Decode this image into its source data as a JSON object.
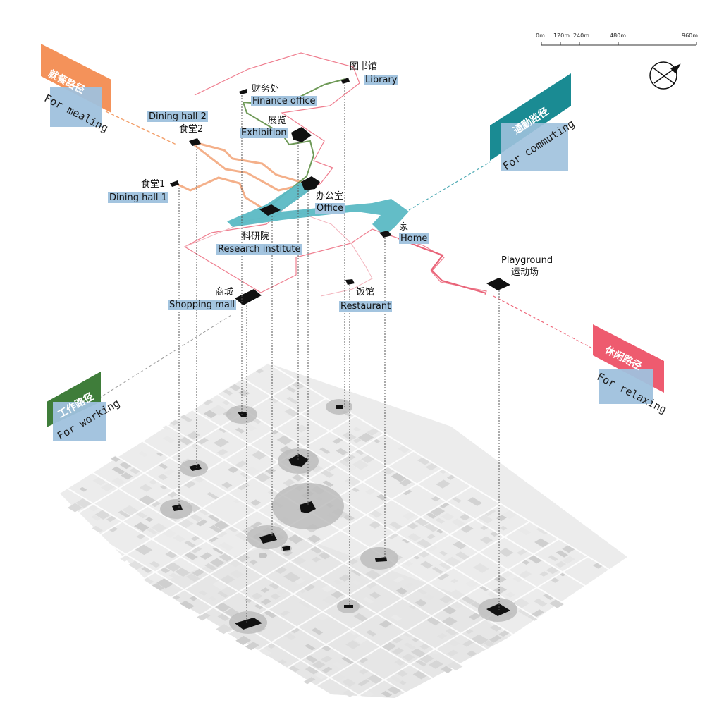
{
  "diagram": {
    "title": "",
    "scale_bar": [
      "0m",
      "120m",
      "240m",
      "480m",
      "960m"
    ],
    "routes": {
      "mealing": {
        "cn": "就餐路径",
        "en": "For mealing",
        "color": "#f08f50"
      },
      "commuting": {
        "cn": "通勤路径",
        "en": "For commuting",
        "color": "#1b8a92"
      },
      "relaxing": {
        "cn": "休闲路径",
        "en": "For relaxing",
        "color": "#ef5a6d"
      },
      "working": {
        "cn": "工作路径",
        "en": "For working",
        "color": "#3f7d3a"
      }
    },
    "places": {
      "library": {
        "cn": "图书馆",
        "en": "Library"
      },
      "finance": {
        "cn": "财务处",
        "en": "Finance office"
      },
      "exhibition": {
        "cn": "展览",
        "en": "Exhibition"
      },
      "dining2": {
        "cn": "食堂2",
        "en": "Dining hall 2"
      },
      "dining1": {
        "cn": "食堂1",
        "en": "Dining hall 1"
      },
      "office": {
        "cn": "办公室",
        "en": "Office"
      },
      "research": {
        "cn": "科研院",
        "en": "Research institute"
      },
      "home": {
        "cn": "家",
        "en": "Home"
      },
      "playground": {
        "en": "Playground",
        "cn": "运动场"
      },
      "mall": {
        "cn": "商城",
        "en": "Shopping mall"
      },
      "restaurant": {
        "cn": "饭馆",
        "en": "Restaurant"
      }
    },
    "colors": {
      "boundary": "#ea6f82",
      "mealing": "#f2a77a",
      "commuting": "#5bb9c4",
      "working": "#6c9a58",
      "map_base": "#ededed",
      "map_block": "#d8d8d8",
      "buffer": "#c3c3c3"
    }
  }
}
